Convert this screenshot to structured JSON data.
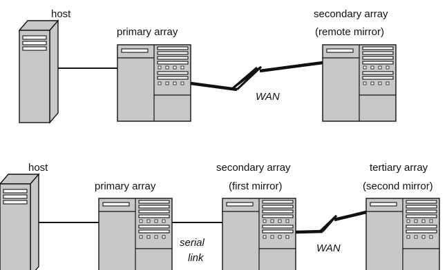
{
  "diagrams": [
    {
      "id": "two-site",
      "labels": {
        "host": "host",
        "primary": "primary array",
        "secondary_line1": "secondary array",
        "secondary_line2": "(remote mirror)",
        "wan": "WAN"
      }
    },
    {
      "id": "three-site",
      "labels": {
        "host": "host",
        "primary": "primary array",
        "secondary_line1": "secondary array",
        "secondary_line2": "(first mirror)",
        "tertiary_line1": "tertiary array",
        "tertiary_line2": "(second mirror)",
        "serial_line1": "serial",
        "serial_line2": "link",
        "wan": "WAN"
      }
    }
  ],
  "icons": {
    "host": "server-tower-icon",
    "array": "storage-array-icon",
    "wan": "lightning-bolt-icon"
  },
  "colors": {
    "device_fill": "#c8c8c8",
    "outline": "#111111",
    "background": "#ffffff"
  }
}
